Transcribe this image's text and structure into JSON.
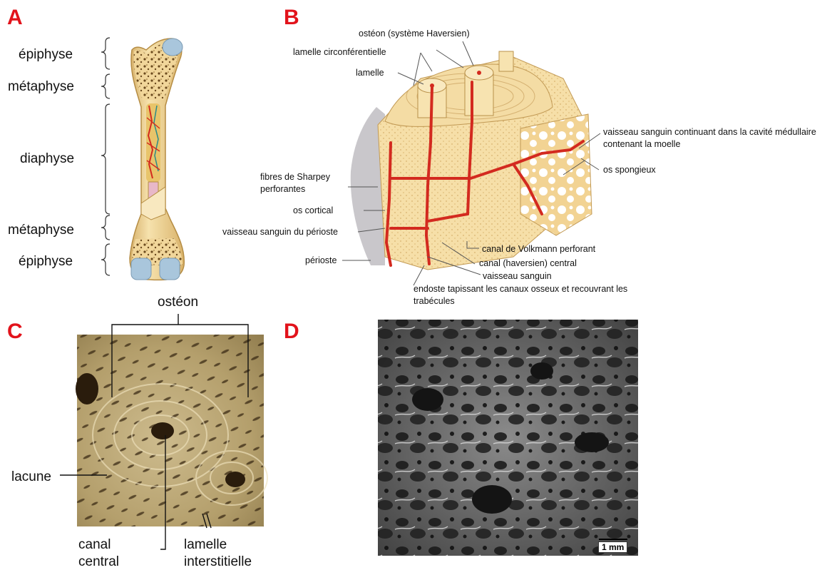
{
  "panels": {
    "a": {
      "letter": "A",
      "labels": {
        "epiphyse_top": "épiphyse",
        "metaphyse_top": "métaphyse",
        "diaphyse": "diaphyse",
        "metaphyse_bottom": "métaphyse",
        "epiphyse_bottom": "épiphyse"
      }
    },
    "b": {
      "letter": "B",
      "labels": {
        "osteon": "ostéon (système Haversien)",
        "lamelle_circ": "lamelle circonférentielle",
        "lamelle": "lamelle",
        "vaisseau_medul_1": "vaisseau sanguin continuant dans la cavité médullaire",
        "vaisseau_medul_2": "contenant la moelle",
        "os_spongieux": "os spongieux",
        "sharpey_1": "fibres de Sharpey",
        "sharpey_2": "perforantes",
        "os_cortical": "os cortical",
        "vaisseau_perioste": "vaisseau sanguin du périoste",
        "perioste": "périoste",
        "volkmann": "canal de Volkmann perforant",
        "canal_haversien": "canal (haversien) central",
        "vaisseau": "vaisseau sanguin",
        "endoste_1": "endoste tapissant les canaux osseux et recouvrant les",
        "endoste_2": "trabécules"
      }
    },
    "c": {
      "letter": "C",
      "labels": {
        "osteon": "ostéon",
        "lacune": "lacune",
        "canal_1": "canal",
        "canal_2": "central",
        "lamelle_1": "lamelle",
        "lamelle_2": "interstitielle"
      }
    },
    "d": {
      "letter": "D",
      "scale_bar": "1 mm"
    }
  },
  "colors": {
    "panel_letter": "#e2131b",
    "bone": "#f3dca2",
    "bone_dark": "#d9b26a",
    "cartilage": "#a9c6dc",
    "vessel": "#d32a1f",
    "marrow": "#e8b8c8"
  }
}
